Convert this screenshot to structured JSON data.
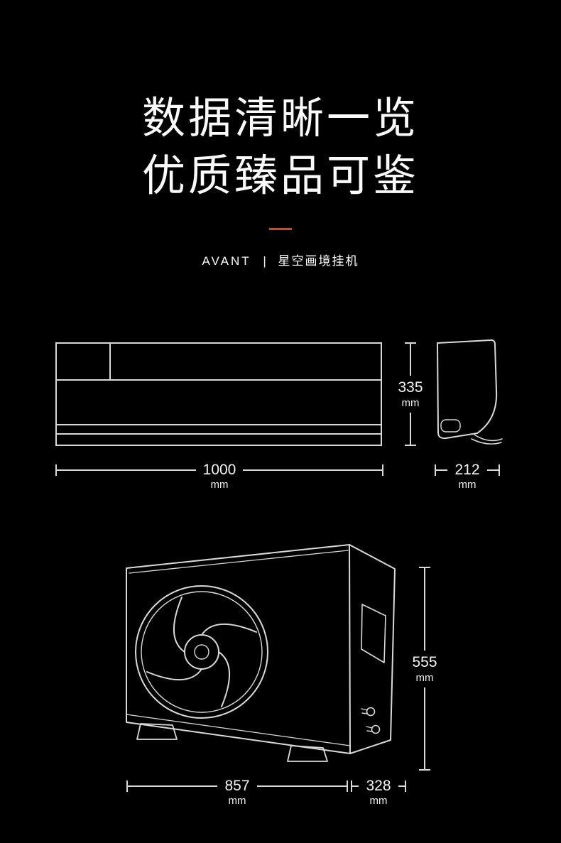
{
  "page": {
    "title_line1": "数据清晰一览",
    "title_line2": "优质臻品可鉴",
    "brand": "AVANT",
    "separator": "|",
    "product_name": "星空画境挂机",
    "accent_color": "#b9512d",
    "background_color": "#000000",
    "line_color": "#d9d9d9"
  },
  "dims": {
    "indoor_height": {
      "value": "335",
      "unit": "mm"
    },
    "indoor_width": {
      "value": "1000",
      "unit": "mm"
    },
    "indoor_depth": {
      "value": "212",
      "unit": "mm"
    },
    "outdoor_height": {
      "value": "555",
      "unit": "mm"
    },
    "outdoor_width": {
      "value": "857",
      "unit": "mm"
    },
    "outdoor_depth": {
      "value": "328",
      "unit": "mm"
    }
  }
}
